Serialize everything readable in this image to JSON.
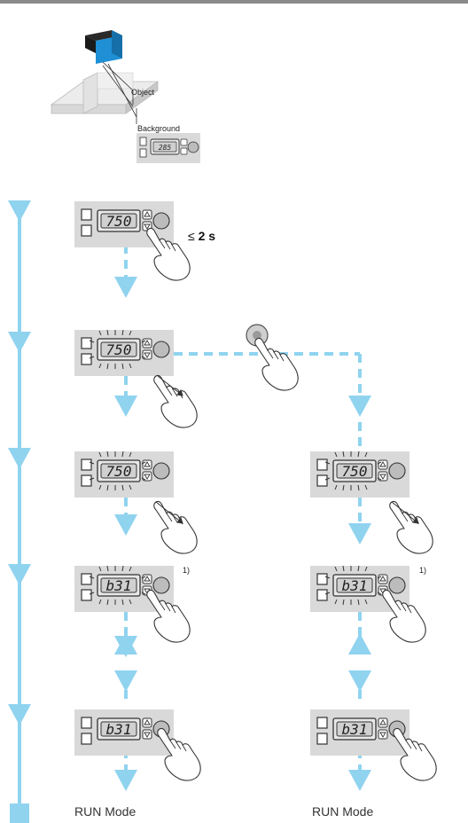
{
  "labels": {
    "object": "Object",
    "background": "Background",
    "time_prefix": "≤",
    "time_value": "2 s",
    "footnote": "1)",
    "run_mode": "RUN Mode"
  },
  "displays": {
    "illustration": "285",
    "step1": "750",
    "step2": "750",
    "step3_left": "750",
    "step3_right": "750",
    "step4_left": "b31",
    "step4_right": "b31",
    "step5_left": "b31",
    "step5_right": "b31"
  },
  "colors": {
    "flow": "#8fd3ef",
    "panel": "#d9d9d9",
    "sensor_blue": "#1f8fd6",
    "sensor_dark": "#333333"
  },
  "icons": [
    "hand-pointer-icon",
    "teach-button-icon",
    "arrow-up-key-icon",
    "arrow-down-key-icon",
    "led-indicator-icon",
    "sensor-icon"
  ]
}
